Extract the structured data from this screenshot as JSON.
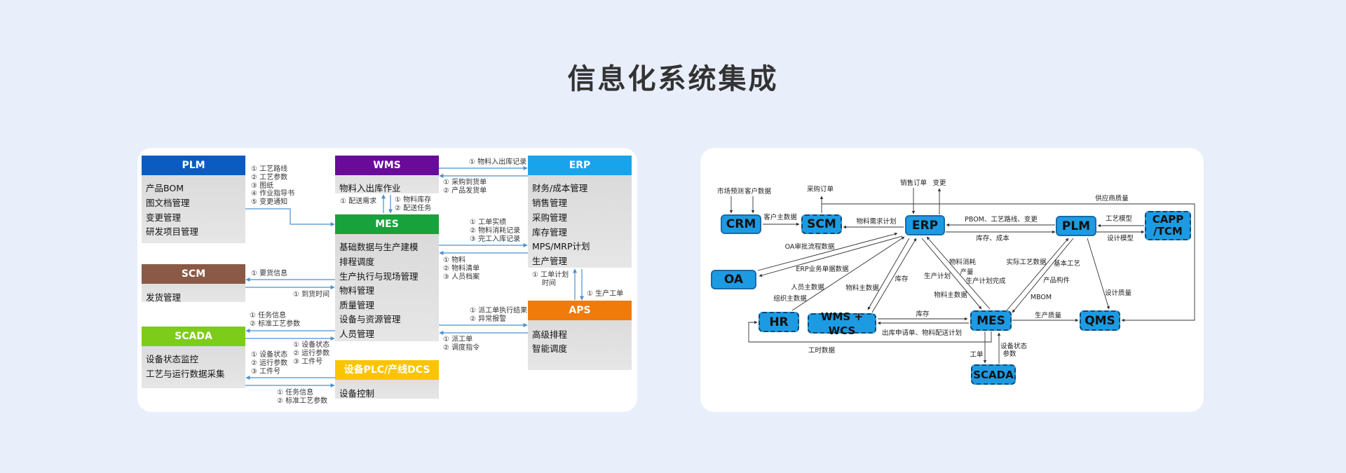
{
  "title": "信息化系统集成",
  "left": {
    "systems": {
      "plm": {
        "name": "PLM",
        "items": [
          "产品BOM",
          "图文档管理",
          "变更管理",
          "研发项目管理"
        ]
      },
      "wms": {
        "name": "WMS",
        "items": [
          "物料入出库作业"
        ]
      },
      "mes": {
        "name": "MES",
        "items": [
          "基础数据与生产建模",
          "排程调度",
          "生产执行与现场管理",
          "物料管理",
          "质量管理",
          "设备与资源管理",
          "人员管理"
        ]
      },
      "erp": {
        "name": "ERP",
        "items": [
          "财务/成本管理",
          "销售管理",
          "采购管理",
          "库存管理",
          "MPS/MRP计划",
          "生产管理"
        ]
      },
      "aps": {
        "name": "APS",
        "items": [
          "高级排程",
          "智能调度"
        ]
      },
      "scm": {
        "name": "SCM",
        "items": [
          "发货管理"
        ]
      },
      "scada": {
        "name": "SCADA",
        "items": [
          "设备状态监控",
          "工艺与运行数据采集"
        ]
      },
      "plc": {
        "name": "设备PLC/产线DCS",
        "items": [
          "设备控制"
        ]
      }
    },
    "flows": {
      "plm_mes": [
        "① 工艺路线",
        "② 工艺参数",
        "③ 图纸",
        "④ 作业指导书",
        "⑤ 变更通知"
      ],
      "mes_scm": [
        "① 要货信息"
      ],
      "scm_mes": [
        "① 到货时间"
      ],
      "mes_scada": [
        "① 任务信息",
        "② 标准工艺参数"
      ],
      "scada_mes_a": [
        "① 设备状态",
        "② 运行参数",
        "③ 工件号"
      ],
      "scada_mes_b": [
        "① 设备状态",
        "② 运行参数",
        "③ 工件号"
      ],
      "scada_plc": [
        "① 任务信息",
        "② 标准工艺参数"
      ],
      "mes_wms": [
        "① 配送需求"
      ],
      "wms_mes": [
        "① 物料库存",
        "② 配送任务"
      ],
      "wms_erp": [
        "① 物料入出库记录"
      ],
      "erp_wms": [
        "① 采购到货单",
        "② 产品发货单"
      ],
      "mes_erp": [
        "① 工单实绩",
        "② 物料消耗记录",
        "③ 完工入库记录"
      ],
      "erp_mes": [
        "① 物料",
        "② 物料清单",
        "③ 人员档案"
      ],
      "aps_erp": [
        "① 工单计划",
        "时间"
      ],
      "erp_aps": [
        "① 生产工单"
      ],
      "aps_mes": [
        "① 派工单执行结果",
        "② 异常报警"
      ],
      "mes_aps": [
        "① 派工单",
        "② 调度指令"
      ]
    }
  },
  "right": {
    "nodes": {
      "crm": "CRM",
      "scm": "SCM",
      "erp": "ERP",
      "plm": "PLM",
      "capp1": "CAPP",
      "capp2": "/TCM",
      "oa": "OA",
      "hr": "HR",
      "wms": "WMS + WCS",
      "mes": "MES",
      "qms": "QMS",
      "scada": "SCADA"
    },
    "labels": [
      "市场预测",
      "客户数据",
      "客户主数据",
      "采购订单",
      "销售订单",
      "变更",
      "供应商质量",
      "物料需求计划",
      "PBOM、工艺路线、变更",
      "库存、成本",
      "工艺模型",
      "设计模型",
      "OA审批流程数据",
      "ERP业务单据数据",
      "人员主数据",
      "组织主数据",
      "物料主数据",
      "库存",
      "生产计划",
      "物料主数据",
      "物料消耗",
      "产量",
      "生产计划完成",
      "实际工艺数据",
      "基本工艺",
      "产品构件",
      "MBOM",
      "设计质量",
      "生产质量",
      "库存",
      "出库申请单、物料配送计划",
      "工时数据",
      "工单",
      "设备状态",
      "参数"
    ]
  },
  "colors": {
    "plm": "#0b5cc2",
    "wms": "#690b9a",
    "mes": "#18a23b",
    "erp": "#18a4ec",
    "aps": "#f07b0b",
    "scm": "#8a5a46",
    "scada": "#7dcc19",
    "plc": "#fbc402",
    "line": "#4a90d0",
    "node": "#1d9be2"
  }
}
